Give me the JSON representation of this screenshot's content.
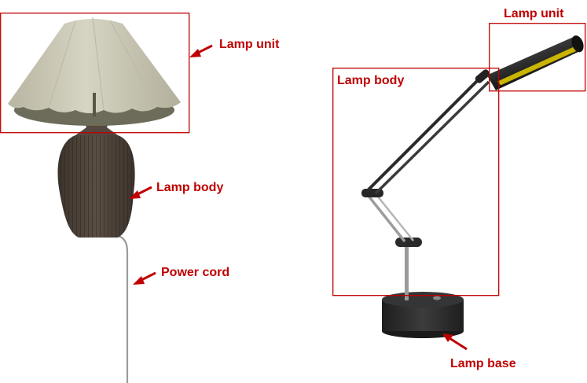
{
  "colors": {
    "annotation": "#c00000",
    "shade": "#cfcdb9",
    "shade_under": "#6a6a58",
    "vase": "#4a4038",
    "cord": "#9a9a9a",
    "arm": "#2b2b2b",
    "light": "#c9b400"
  },
  "labels": {
    "table_lamp": {
      "unit": "Lamp unit",
      "body": "Lamp body",
      "cord": "Power cord"
    },
    "desk_lamp": {
      "unit": "Lamp unit",
      "body": "Lamp body",
      "base": "Lamp base"
    }
  }
}
